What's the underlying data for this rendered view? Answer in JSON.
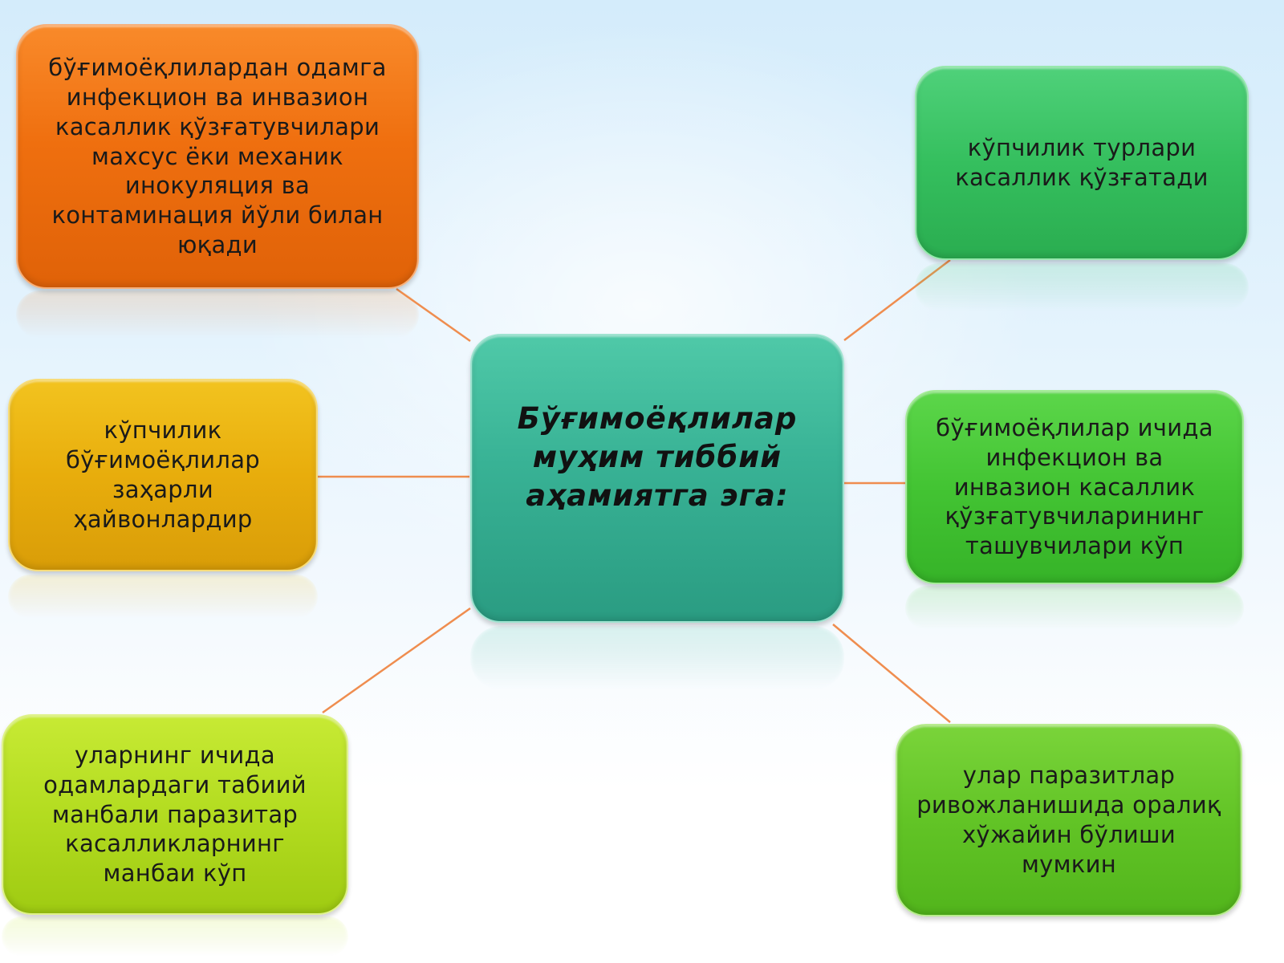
{
  "center": {
    "lines": [
      "Бўғимоёқлилар",
      "муҳим тиббий",
      "аҳамиятга эга:"
    ]
  },
  "nodes": {
    "top_left": {
      "lines": [
        "бўғимоёқлилардан одамга",
        "инфекцион ва инвазион",
        "касаллик қўзғатувчилари",
        "махсус ёки механик",
        "инокуляция ва",
        "контаминация йўли билан",
        "юқади"
      ]
    },
    "mid_left": {
      "lines": [
        "кўпчилик",
        "бўғимоёқлилар",
        "заҳарли",
        "ҳайвонлардир"
      ]
    },
    "bottom_left": {
      "lines": [
        "уларнинг ичида",
        "одамлардаги табиий",
        "манбали паразитар",
        "касалликларнинг",
        "манбаи кўп"
      ]
    },
    "top_right": {
      "lines": [
        "кўпчилик турлари",
        "касаллик қўзғатади"
      ]
    },
    "mid_right": {
      "lines": [
        "бўғимоёқлилар ичида",
        "инфекцион ва",
        "инвазион касаллик",
        "қўзғатувчиларининг",
        "ташувчилари кўп"
      ]
    },
    "bottom_right": {
      "lines": [
        "улар паразитлар",
        "ривожланишида оралиқ",
        "хўжайин бўлиши",
        "мумкин"
      ]
    }
  },
  "colors": {
    "connector": "#ef8d4f",
    "top_left": "#ef6f0f",
    "mid_left": "#e8ad0c",
    "bottom_left": "#b3dc20",
    "top_right": "#35bf5e",
    "mid_right": "#43c433",
    "bottom_right": "#62c426",
    "center": "#38b295"
  }
}
